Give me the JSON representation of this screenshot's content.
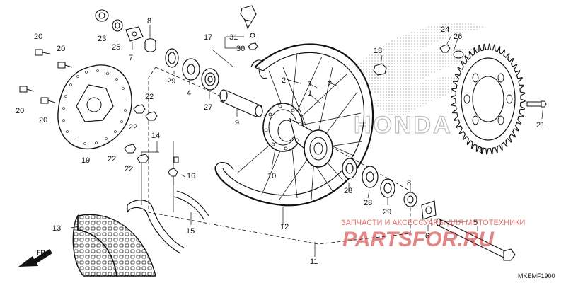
{
  "diagram": {
    "part_labels": [
      {
        "id": "p1a",
        "text": "1"
      },
      {
        "id": "p1b",
        "text": "1"
      },
      {
        "id": "p2a",
        "text": "2"
      },
      {
        "id": "p2b",
        "text": "2"
      },
      {
        "id": "p3",
        "text": "3"
      },
      {
        "id": "p4",
        "text": "4"
      },
      {
        "id": "p5",
        "text": "5"
      },
      {
        "id": "p6",
        "text": "6"
      },
      {
        "id": "p7",
        "text": "7"
      },
      {
        "id": "p8a",
        "text": "8"
      },
      {
        "id": "p8b",
        "text": "8"
      },
      {
        "id": "p9",
        "text": "9"
      },
      {
        "id": "p10",
        "text": "10"
      },
      {
        "id": "p11",
        "text": "11"
      },
      {
        "id": "p12",
        "text": "12"
      },
      {
        "id": "p13",
        "text": "13"
      },
      {
        "id": "p14",
        "text": "14"
      },
      {
        "id": "p15",
        "text": "15"
      },
      {
        "id": "p16",
        "text": "16"
      },
      {
        "id": "p17",
        "text": "17"
      },
      {
        "id": "p18",
        "text": "18"
      },
      {
        "id": "p19",
        "text": "19"
      },
      {
        "id": "p20a",
        "text": "20"
      },
      {
        "id": "p20b",
        "text": "20"
      },
      {
        "id": "p20c",
        "text": "20"
      },
      {
        "id": "p20d",
        "text": "20"
      },
      {
        "id": "p21",
        "text": "21"
      },
      {
        "id": "p22a",
        "text": "22"
      },
      {
        "id": "p22b",
        "text": "22"
      },
      {
        "id": "p22c",
        "text": "22"
      },
      {
        "id": "p22d",
        "text": "22"
      },
      {
        "id": "p23",
        "text": "23"
      },
      {
        "id": "p24",
        "text": "24"
      },
      {
        "id": "p25",
        "text": "25"
      },
      {
        "id": "p26",
        "text": "26"
      },
      {
        "id": "p27",
        "text": "27"
      },
      {
        "id": "p28a",
        "text": "28"
      },
      {
        "id": "p28b",
        "text": "28"
      },
      {
        "id": "p29a",
        "text": "29"
      },
      {
        "id": "p29b",
        "text": "29"
      },
      {
        "id": "p30",
        "text": "30"
      },
      {
        "id": "p31",
        "text": "31"
      }
    ],
    "direction_marker": "FR.",
    "diagram_code": "MKEMF1900",
    "brand_logo": "HONDA",
    "watermark_caption": "ЗАПЧАСТИ И АКСЕССУАРЫ ДЛЯ МОТОТЕХНИКИ",
    "watermark_logo": "PARTSFOR.RU"
  },
  "colors": {
    "ink": "#111111",
    "watermark": "#cc2222",
    "logo_dots": "#bdbdbd"
  }
}
